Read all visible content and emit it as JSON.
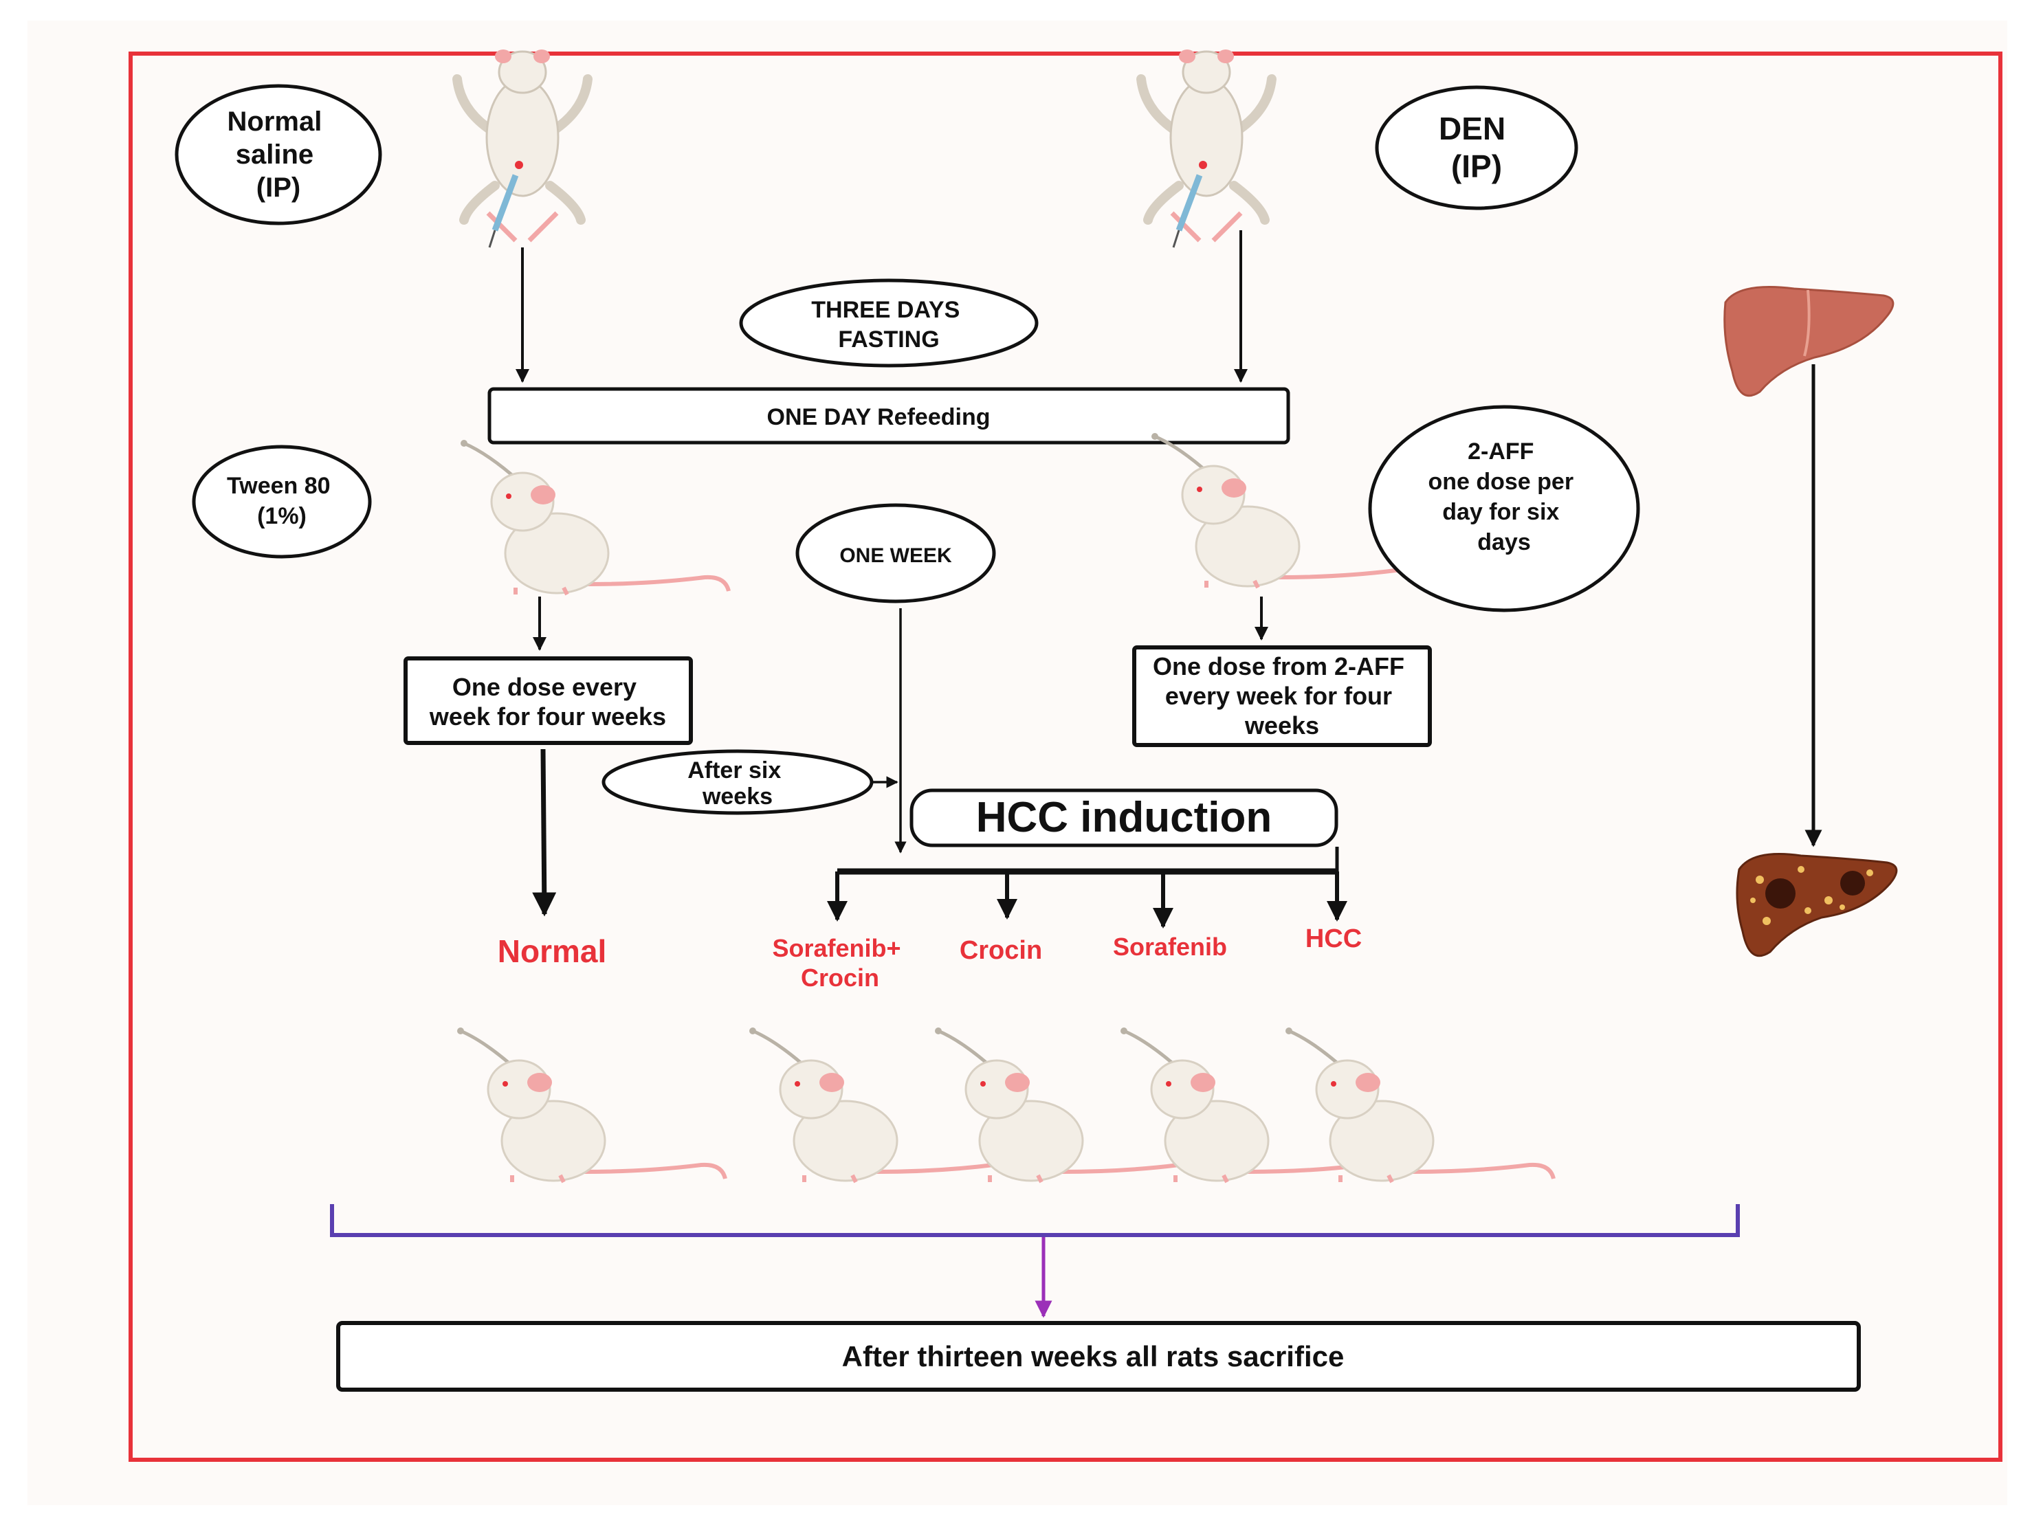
{
  "colors": {
    "frame": "#e8323a",
    "background": "#fdfaf8",
    "outcome_text": "#e8323a",
    "sacrifice_arrow": "#9b30b8",
    "bracket": "#5a3fb0",
    "stroke": "#111111",
    "rat_body": "#f3eee6",
    "rat_ear": "#f2a7a7",
    "liver_normal": "#c96a5a",
    "liver_diseased": "#8a3a1c"
  },
  "icons": {
    "rat_ip_left": "rat-injection-icon",
    "rat_ip_right": "rat-injection-icon",
    "rat_gavage": "rat-gavage-icon",
    "liver_normal": "normal-liver-icon",
    "liver_diseased": "cancerous-liver-icon"
  },
  "labels": {
    "normal_saline": [
      "Normal",
      "saline",
      "(IP)"
    ],
    "den": [
      "DEN",
      "(IP)"
    ],
    "fasting": [
      "THREE  DAYS",
      "FASTING"
    ],
    "refeeding": "ONE DAY Refeeding",
    "tween": [
      "Tween 80",
      "(1%)"
    ],
    "aff_dose": [
      "2-AFF",
      "one dose per",
      "day for six",
      "days"
    ],
    "one_week": "ONE WEEK",
    "tween_schedule": [
      "One dose  every",
      "week  for four weeks"
    ],
    "aff_schedule": [
      "One dose  from 2-AFF",
      "every week  for four",
      "weeks"
    ],
    "after_six_weeks": [
      "After six",
      "weeks"
    ],
    "hcc_induction": "HCC induction",
    "sacrifice": "After thirteen weeks all rats sacrifice"
  },
  "groups": {
    "normal": "Normal",
    "sorafenib_crocin": [
      "Sorafenib+",
      "Crocin"
    ],
    "crocin": "Crocin",
    "sorafenib": "Sorafenib",
    "hcc": "HCC"
  }
}
